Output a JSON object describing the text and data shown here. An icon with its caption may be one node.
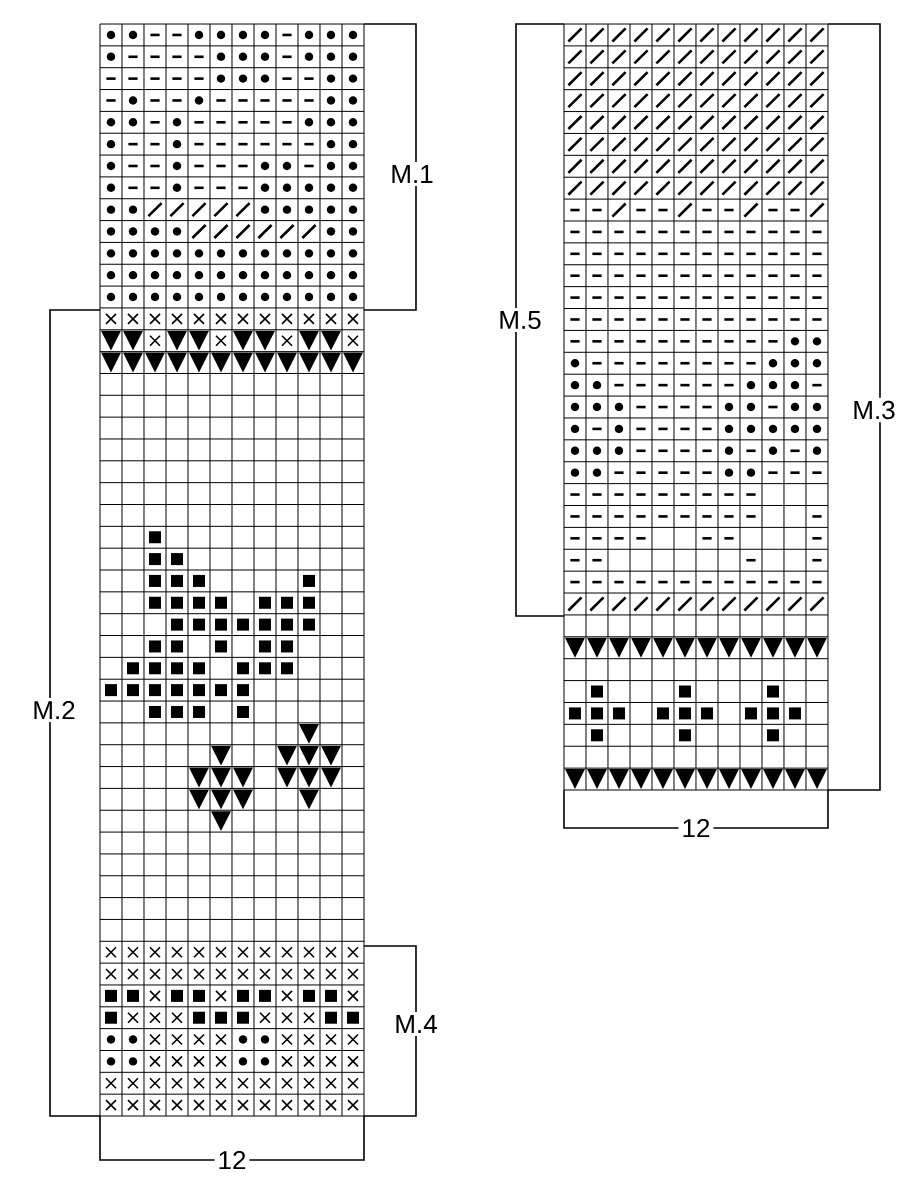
{
  "diagram": {
    "labels": [
      "M.1",
      "M.2",
      "M.4",
      "12",
      "M.5",
      "M.3",
      "12"
    ]
  }
}
